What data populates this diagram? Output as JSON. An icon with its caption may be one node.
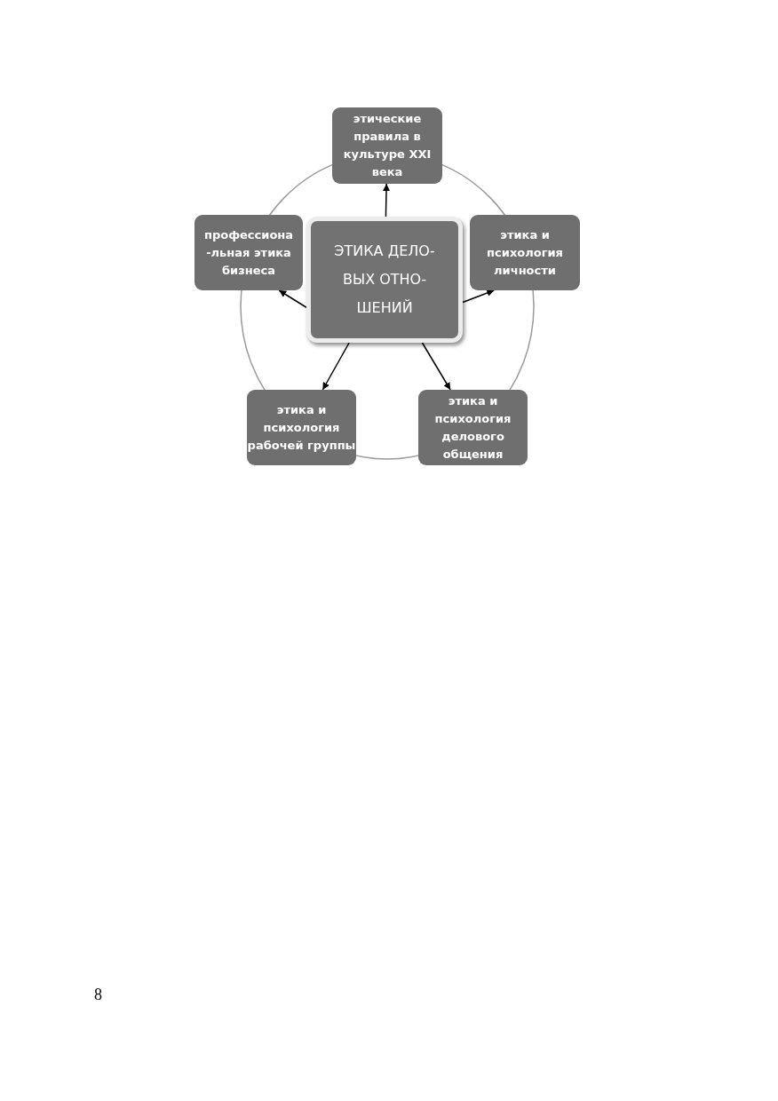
{
  "diagram": {
    "nodes": [
      {
        "text": [
          "этические правила  в культуре XXI века"
        ]
      },
      {
        "text": [
          "профессиона -льная этика бизнеса"
        ]
      },
      {
        "text": [
          "ЭТИКА ДЕЛО- ВЫХ ОТНО- ШЕНИЙ"
        ]
      },
      {
        "text": [
          "этика и психология личности"
        ]
      },
      {
        "text": [
          "этика и психология рабочей группы"
        ]
      },
      {
        "text": [
          "этика и психология делового общения"
        ]
      }
    ],
    "edges": [
      {
        "from": 2,
        "to": 0,
        "arrow": "to"
      },
      {
        "from": 2,
        "to": 3,
        "arrow": "to"
      },
      {
        "from": 2,
        "to": 5,
        "arrow": "to"
      },
      {
        "from": 2,
        "to": 4,
        "arrow": "to"
      },
      {
        "from": 2,
        "to": 1,
        "arrow": "to"
      }
    ],
    "labels": [
      "8"
    ]
  }
}
